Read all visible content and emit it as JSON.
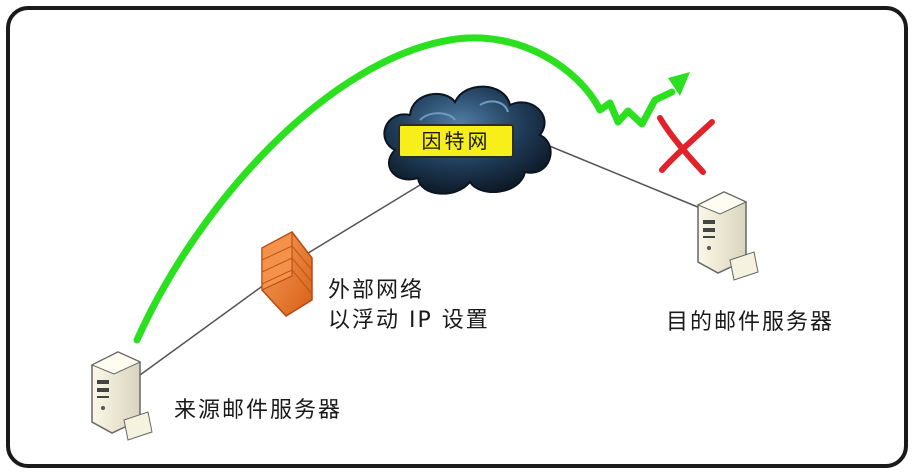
{
  "labels": {
    "internet": "因特网",
    "external_network_line1": "外部网络",
    "external_network_line2": "以浮动 IP 设置",
    "destination_server": "目的邮件服务器",
    "source_server": "来源邮件服务器"
  },
  "colors": {
    "frame": "#1a1a1a",
    "mail_path": "#2be01f",
    "failure_mark": "#e0232b",
    "internet_badge": "#f7ee1a",
    "firewall": "#e8772a",
    "cloud": "#1f3b57"
  },
  "icons": [
    "source-server-icon",
    "firewall-icon",
    "internet-cloud-icon",
    "destination-server-icon",
    "failure-x-icon"
  ]
}
